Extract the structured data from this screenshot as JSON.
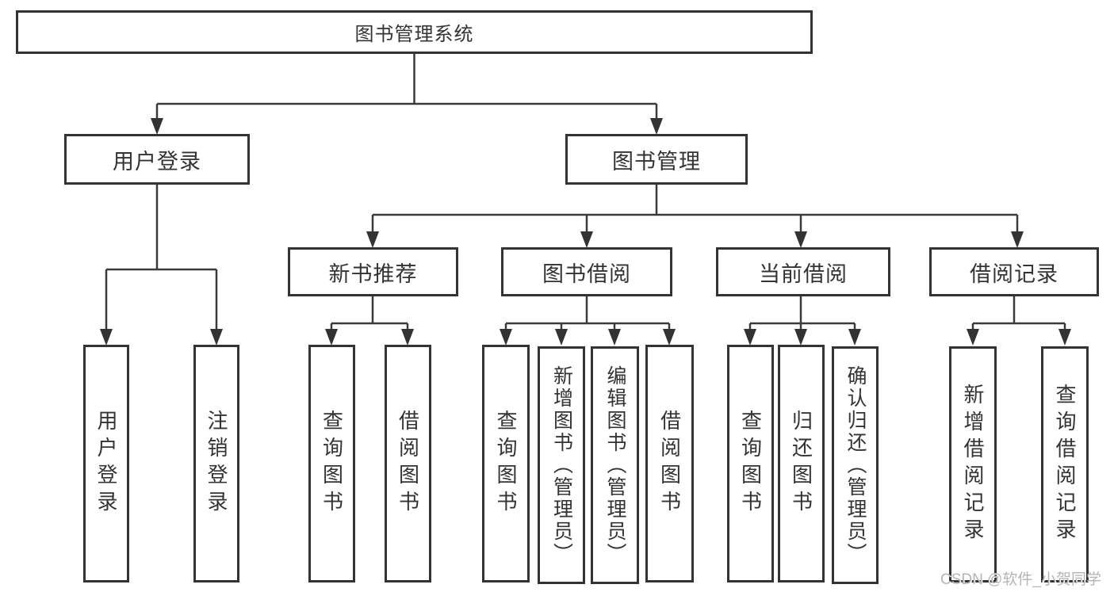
{
  "tree": {
    "label": "图书管理系统",
    "children": [
      {
        "label": "用户登录",
        "children": [
          {
            "label": "用户登录"
          },
          {
            "label": "注销登录"
          }
        ]
      },
      {
        "label": "图书管理",
        "children": [
          {
            "label": "新书推荐",
            "children": [
              {
                "label": "查询图书"
              },
              {
                "label": "借阅图书"
              }
            ]
          },
          {
            "label": "图书借阅",
            "children": [
              {
                "label": "查询图书"
              },
              {
                "label": "新增图书（管理员）"
              },
              {
                "label": "编辑图书（管理员）"
              },
              {
                "label": "借阅图书"
              }
            ]
          },
          {
            "label": "当前借阅",
            "children": [
              {
                "label": "查询图书"
              },
              {
                "label": "归还图书"
              },
              {
                "label": "确认归还（管理员）"
              }
            ]
          },
          {
            "label": "借阅记录",
            "children": [
              {
                "label": "新增借阅记录"
              },
              {
                "label": "查询借阅记录"
              }
            ]
          }
        ]
      }
    ]
  },
  "watermark": "CSDN @软件_小贺同学",
  "colors": {
    "line": "#3a3a3a",
    "border": "#333333",
    "text": "#333333",
    "background": "#ffffff",
    "watermark": "#b5b5b5"
  }
}
